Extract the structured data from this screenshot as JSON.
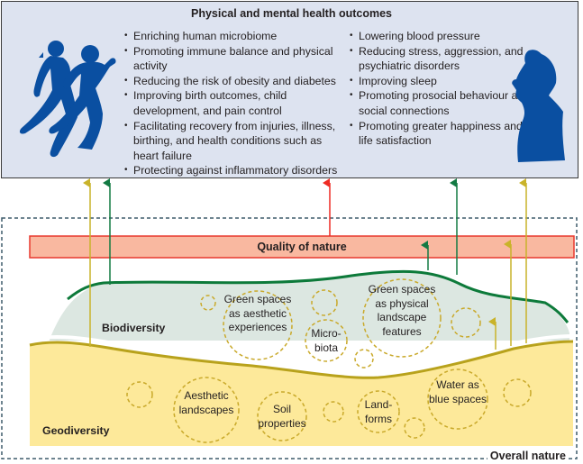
{
  "outcomes": {
    "title": "Physical and mental health outcomes",
    "left_items": [
      "Enriching human microbiome",
      "Promoting immune balance and physical activity",
      "Reducing the risk of obesity and diabetes",
      "Improving birth outcomes, child development, and pain control",
      "Facilitating recovery from injuries, illness, birthing, and health conditions such as heart failure",
      "Protecting against inflammatory disorders"
    ],
    "right_items": [
      "Lowering blood pressure",
      "Reducing stress, aggression, and psychiatric disorders",
      "Improving sleep",
      "Promoting prosocial behaviour and social connections",
      "Promoting greater happiness and life satisfaction"
    ],
    "icons": [
      "runners-icon",
      "person-looking-up-icon"
    ]
  },
  "quality": {
    "label": "Quality of nature"
  },
  "biodiversity": {
    "label": "Biodiversity",
    "features": [
      {
        "text": "Green spaces as aesthetic experiences"
      },
      {
        "text": "Micro-biota"
      },
      {
        "text": "Green spaces as physical landscape features"
      }
    ]
  },
  "geodiversity": {
    "label": "Geodiversity",
    "features": [
      {
        "text": "Aesthetic landscapes"
      },
      {
        "text": "Soil properties"
      },
      {
        "text": "Land-forms"
      },
      {
        "text": "Water as blue spaces"
      }
    ]
  },
  "overall": {
    "label": "Overall nature"
  },
  "colors": {
    "outcome_bg": "#dde3f0",
    "silhouette": "#0a4fa1",
    "quality_fill": "#f9b8a0",
    "quality_border": "#e8392e",
    "bio_fill": "#dce7e1",
    "bio_border": "#0d7a3a",
    "geo_fill": "#fde99a",
    "geo_border": "#b8a21c",
    "arrow_gold": "#c9b32a",
    "arrow_green": "#137a43",
    "arrow_red": "#ee2b24",
    "dashed_frame": "#3e5c6c"
  }
}
